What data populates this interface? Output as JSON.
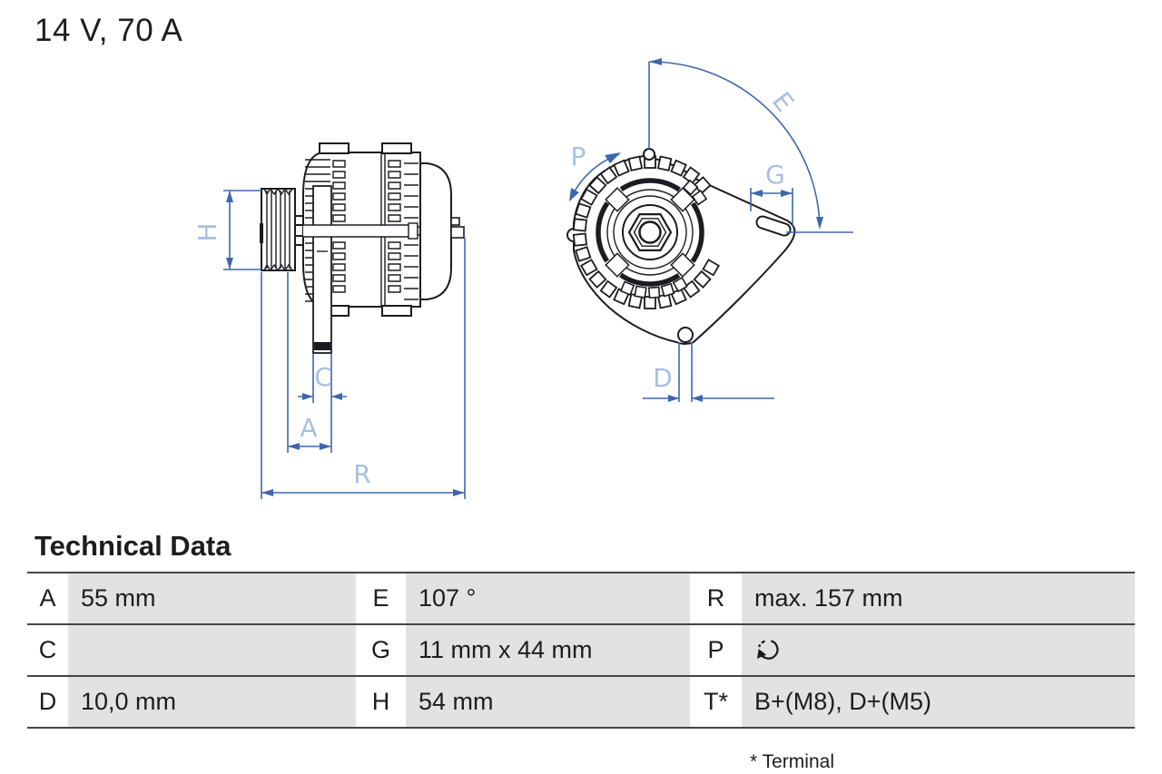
{
  "title": "14 V, 70 A",
  "diagram": {
    "labels": {
      "H": "H",
      "C": "C",
      "A": "A",
      "R": "R",
      "P": "P",
      "E": "E",
      "G": "G",
      "D": "D"
    }
  },
  "table": {
    "heading": "Technical Data",
    "rows": [
      [
        {
          "key": "A",
          "value": "55 mm"
        },
        {
          "key": "E",
          "value": "107 °"
        },
        {
          "key": "R",
          "value": "max. 157 mm"
        }
      ],
      [
        {
          "key": "C",
          "value": ""
        },
        {
          "key": "G",
          "value": "11 mm x 44 mm"
        },
        {
          "key": "P",
          "value": "",
          "icon": "rotation-cw-icon"
        }
      ],
      [
        {
          "key": "D",
          "value": "10,0 mm"
        },
        {
          "key": "H",
          "value": "54 mm"
        },
        {
          "key": "T*",
          "value": "B+(M8), D+(M5)"
        }
      ]
    ],
    "footnote": "* Terminal"
  },
  "colors": {
    "outline": "#1b1b22",
    "dimension_line": "#3f66ad",
    "dimension_label": "#a8bfe0",
    "table_cell_bg": "#e2e2e2",
    "table_border": "#454545"
  }
}
